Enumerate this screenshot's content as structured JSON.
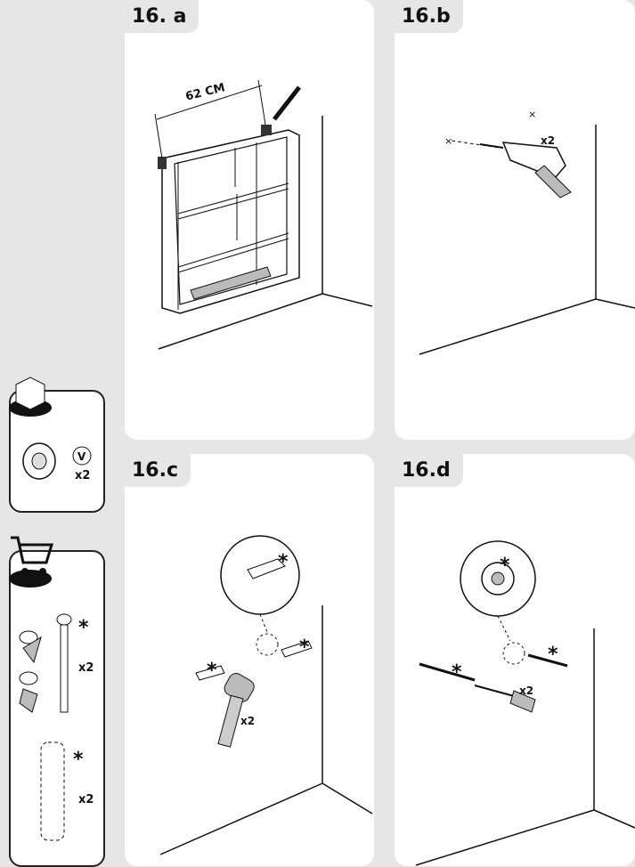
{
  "steps": [
    {
      "label": "16. a",
      "measurement": "62 CM"
    },
    {
      "label": "16.b",
      "qty": "x2"
    },
    {
      "label": "16.c",
      "qty": "x2"
    },
    {
      "label": "16.d",
      "qty": "x2"
    }
  ],
  "included_box": {
    "part_letter": "V",
    "qty": "x2"
  },
  "purchase_box": {
    "screw_qty": "x2",
    "plug_qty": "x2",
    "asterisk": "*"
  }
}
